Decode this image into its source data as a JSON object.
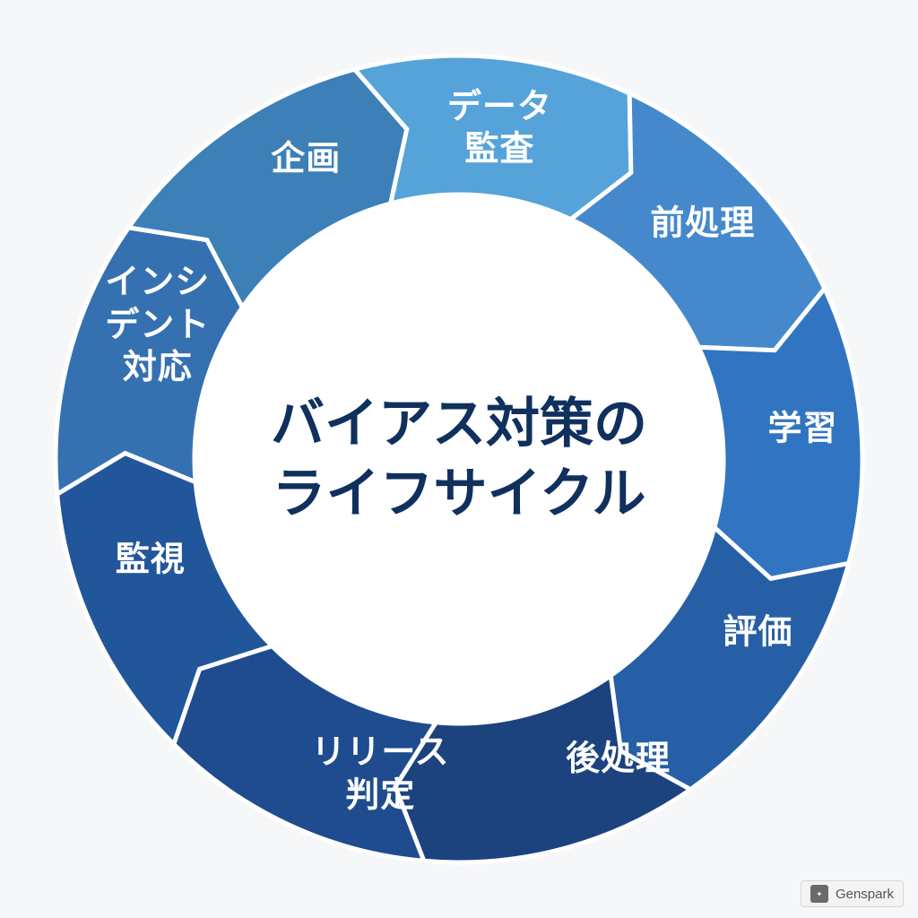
{
  "diagram": {
    "title": "バイアス対策の\nライフサイクル",
    "segments": [
      {
        "label": "データ\n監査",
        "color": "#55a3d9"
      },
      {
        "label": "前処理",
        "color": "#4589cc"
      },
      {
        "label": "学習",
        "color": "#3175c2"
      },
      {
        "label": "評価",
        "color": "#275fa6"
      },
      {
        "label": "後処理",
        "color": "#1c437e"
      },
      {
        "label": "リリース\n判定",
        "color": "#1e4c8e"
      },
      {
        "label": "監視",
        "color": "#22569a"
      },
      {
        "label": "インシ\nデント\n対応",
        "color": "#3571b0"
      },
      {
        "label": "企画",
        "color": "#3d7fb7"
      }
    ]
  },
  "watermark": {
    "text": "Genspark",
    "icon": "genspark-logo-icon"
  }
}
